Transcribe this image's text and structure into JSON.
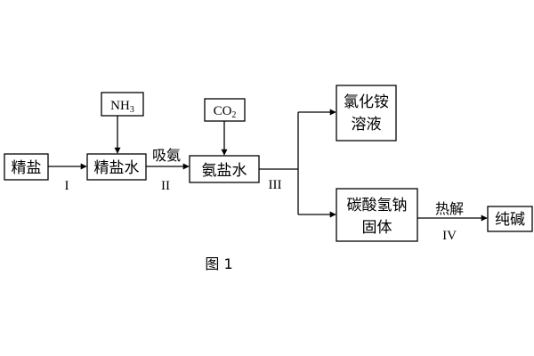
{
  "nodes": {
    "jingyan": "精盐",
    "nh3_base": "NH",
    "nh3_sub": "3",
    "jingyanshui": "精盐水",
    "co2_base": "CO",
    "co2_sub": "2",
    "anyanshui": "氨盐水",
    "lvhuaan_line1": "氯化铵",
    "lvhuaan_line2": "溶液",
    "tansuan_line1": "碳酸氢钠",
    "tansuan_line2": "固体",
    "chunjian": "纯碱"
  },
  "steps": {
    "step1": "I",
    "step2": "II",
    "step3": "III",
    "step4": "IV"
  },
  "edge_labels": {
    "xi_an": "吸氨",
    "re_jie": "热解"
  },
  "caption": "图 1"
}
